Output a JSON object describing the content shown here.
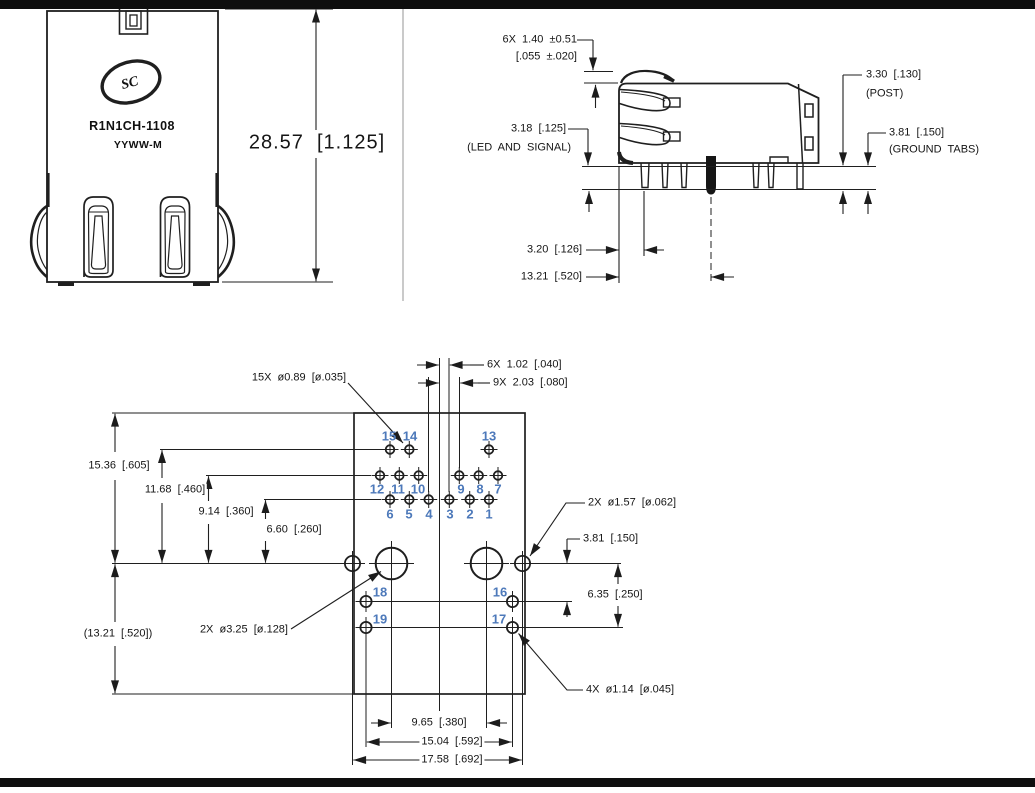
{
  "front_view": {
    "logo": "SC",
    "part_number": "R1N1CH-1108",
    "date_code": "YYWW-M",
    "dims": {
      "height": "28.57  [1.125]"
    }
  },
  "side_view": {
    "dims": {
      "pin_protrusion_mm": "6X  1.40  ±0.51",
      "pin_protrusion_in": "[.055  ±.020]",
      "led_signal": "3.18  [.125]",
      "led_signal_note": "(LED  AND  SIGNAL)",
      "post": "3.30  [.130]",
      "post_note": "(POST)",
      "ground_tabs": "3.81  [.150]",
      "ground_tabs_note": "(GROUND  TABS)",
      "front_to_pin": "3.20  [.126]",
      "front_to_post": "13.21  [.520]"
    }
  },
  "footprint": {
    "dims": {
      "signal_holes": "15X  ø0.89  [ø.035]",
      "stagger_pitch": "6X  1.02  [.040]",
      "row_pitch": "9X  2.03  [.080]",
      "top_edge": "15.36  [.605]",
      "row_top": "11.68  [.460]",
      "row_mid": "9.14  [.360]",
      "row_bottom": "6.60  [.260]",
      "body_depth_ref": "(13.21  [.520])",
      "side_holes": "2X  ø1.57  [ø.062]",
      "led_row_offset": "3.81  [.150]",
      "led_row2_offset": "6.35  [.250]",
      "mount_holes": "2X  ø3.25  [ø.128]",
      "led_holes": "4X  ø1.14  [ø.045]",
      "mount_span": "9.65  [.380]",
      "led_span": "15.04  [.592]",
      "side_hole_span": "17.58  [.692]"
    },
    "pins": {
      "n1": "1",
      "n2": "2",
      "n3": "3",
      "n4": "4",
      "n5": "5",
      "n6": "6",
      "n7": "7",
      "n8": "8",
      "n9": "9",
      "n10": "10",
      "n11": "11",
      "n12": "12",
      "n13": "13",
      "n14": "14",
      "n15": "15",
      "n16": "16",
      "n17": "17",
      "n18": "18",
      "n19": "19"
    }
  }
}
